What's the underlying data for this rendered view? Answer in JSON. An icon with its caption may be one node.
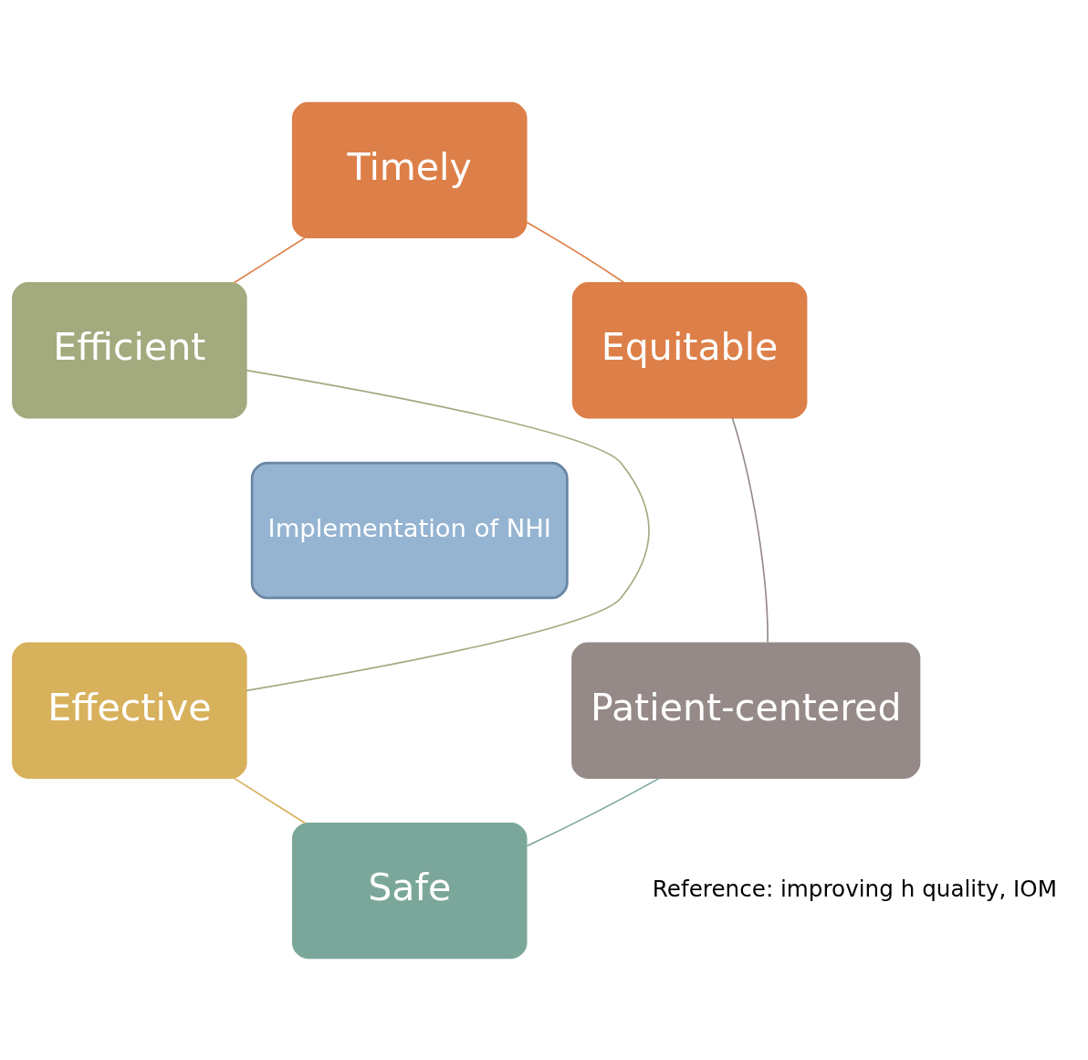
{
  "diagram": {
    "nodes": [
      {
        "text": [
          "Timely"
        ]
      },
      {
        "text": [
          "Equitable"
        ]
      },
      {
        "text": [
          "Efficient"
        ]
      },
      {
        "text": [
          "Implementation of NHI"
        ]
      },
      {
        "text": [
          "Patient-centered"
        ]
      },
      {
        "text": [
          "Effective"
        ]
      },
      {
        "text": [
          "Safe"
        ]
      }
    ],
    "edges": [
      {
        "from": 0,
        "to": 2,
        "arrow": "none",
        "color": "#dd7f48"
      },
      {
        "from": 2,
        "to": 5,
        "arrow": "none",
        "color": "#a3aa7e"
      },
      {
        "from": 5,
        "to": 6,
        "arrow": "none",
        "color": "#d8b15c"
      },
      {
        "from": 6,
        "to": 4,
        "arrow": "none",
        "color": "#7ba79b"
      },
      {
        "from": 4,
        "to": 1,
        "arrow": "none",
        "color": "#958a88"
      },
      {
        "from": 1,
        "to": 0,
        "arrow": "none",
        "color": "#dd7f48"
      }
    ],
    "labels": [
      "Reference: improving h quality, IOM"
    ]
  }
}
